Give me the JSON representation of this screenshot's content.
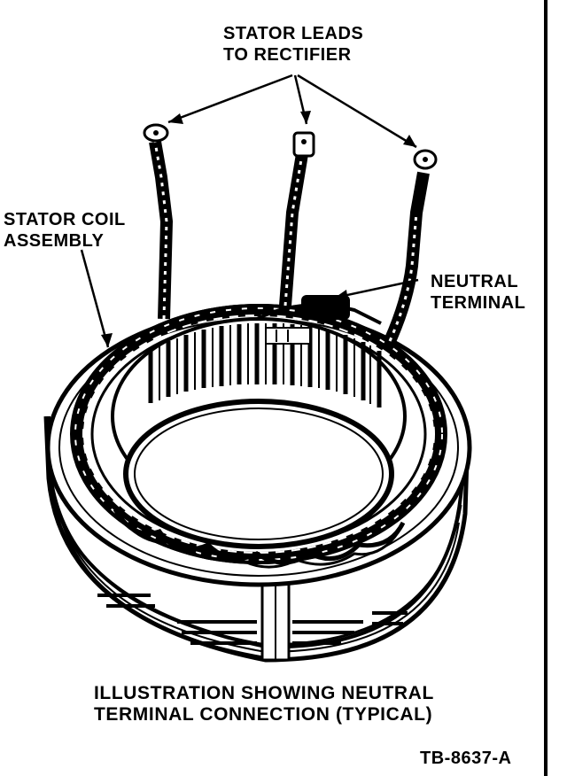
{
  "labels": {
    "stator_leads_1": "STATOR LEADS",
    "stator_leads_2": "TO RECTIFIER",
    "coil_1": "STATOR COIL",
    "coil_2": "ASSEMBLY",
    "neutral_1": "NEUTRAL",
    "neutral_2": "TERMINAL"
  },
  "caption": {
    "line1": "ILLUSTRATION SHOWING NEUTRAL",
    "line2": "TERMINAL CONNECTION (TYPICAL)"
  },
  "figure_id": "TB-8637-A"
}
